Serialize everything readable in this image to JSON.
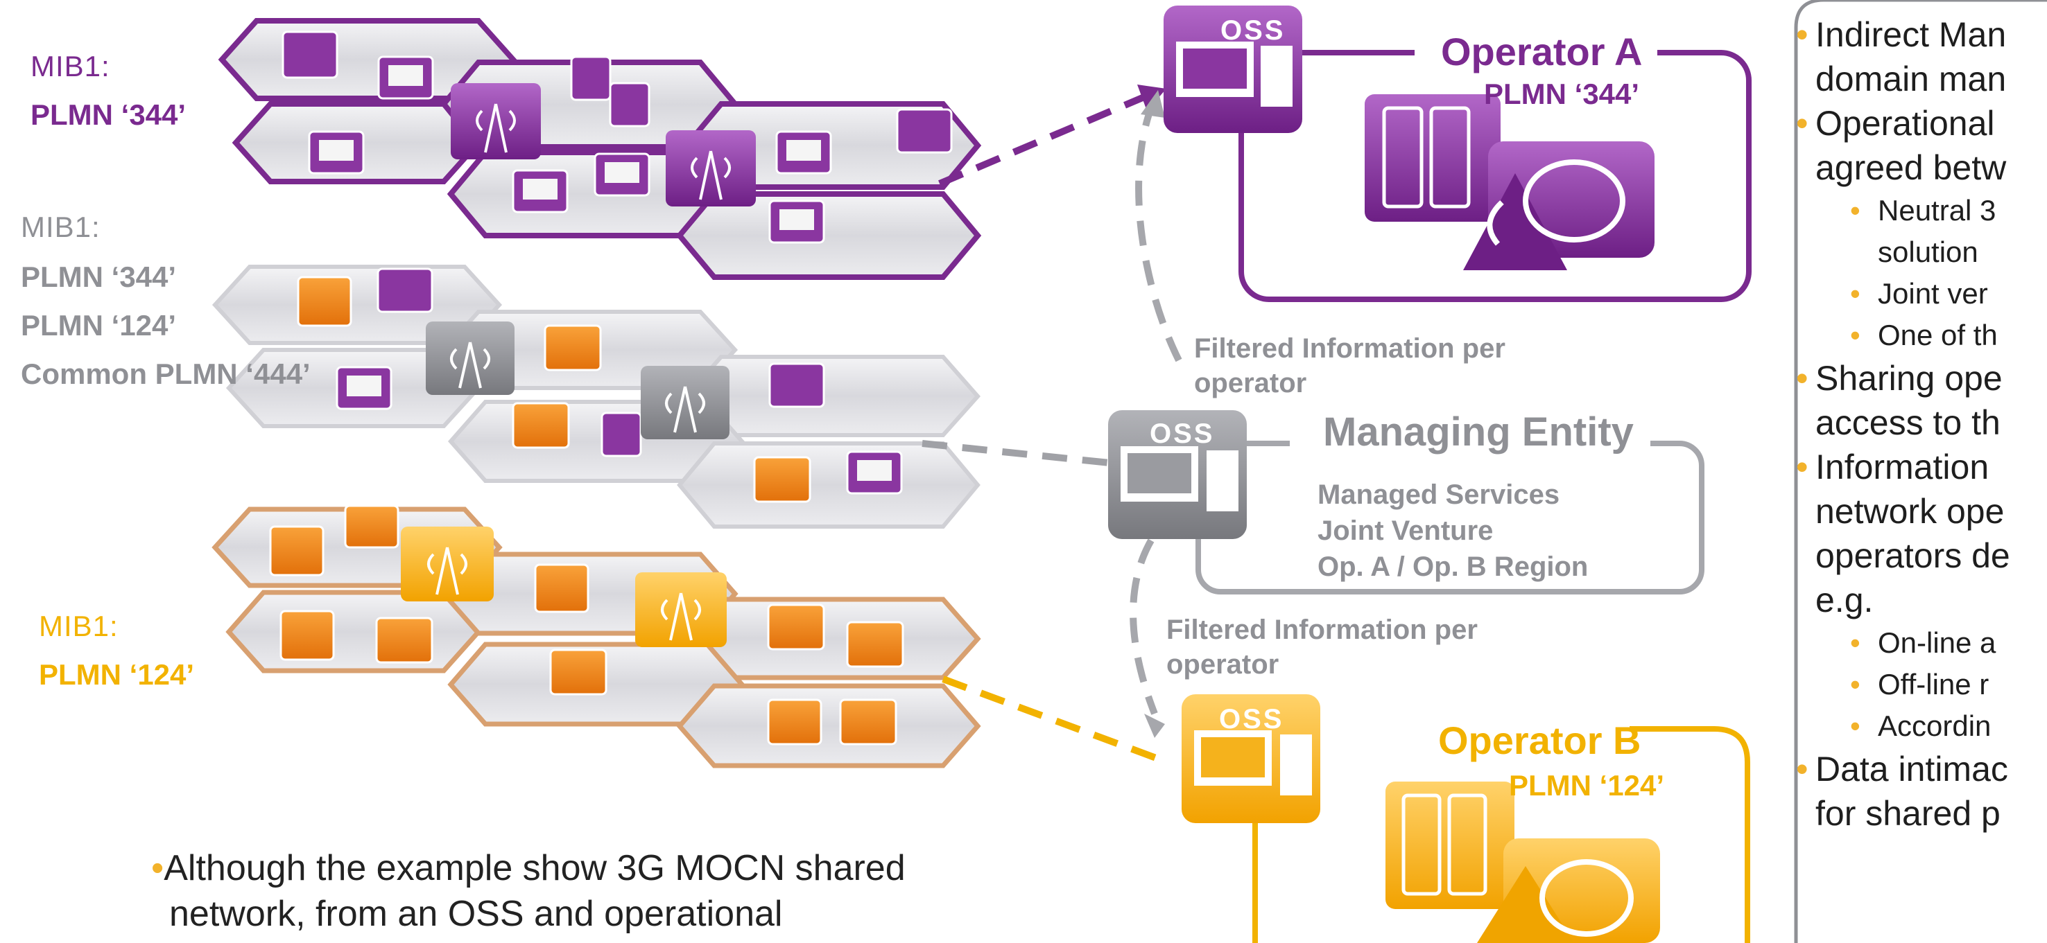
{
  "colors": {
    "purple": "#7a2a8f",
    "purple_light": "#9a46b0",
    "gray": "#8f9095",
    "orange": "#f0a400",
    "orange_light": "#f8c23a",
    "bullet": "#f2b22b"
  },
  "layers": {
    "operator_a": {
      "mib_label": "MIB1:",
      "plmn_lines": [
        "PLMN ‘344’"
      ]
    },
    "shared": {
      "mib_label": "MIB1:",
      "plmn_lines": [
        "PLMN ‘344’",
        "PLMN ‘124’",
        "Common PLMN ‘444’"
      ]
    },
    "operator_b": {
      "mib_label": "MIB1:",
      "plmn_lines": [
        "PLMN ‘124’"
      ]
    }
  },
  "oss_label": "OSS",
  "operator_a": {
    "title": "Operator A",
    "plmn": "PLMN ‘344’"
  },
  "operator_b": {
    "title": "Operator B",
    "plmn": "PLMN ‘124’"
  },
  "managing_entity": {
    "title": "Managing Entity",
    "items": [
      "Managed Services",
      "Joint Venture",
      "Op. A / Op. B Region"
    ]
  },
  "filtered_info_top": "Filtered Information per operator",
  "filtered_info_bottom": "Filtered Information per operator",
  "right_panel": {
    "bullets": [
      {
        "level": 1,
        "text": "Indirect Man"
      },
      {
        "level": 0,
        "text": "domain man"
      },
      {
        "level": 1,
        "text": "Operational"
      },
      {
        "level": 0,
        "text": "agreed betw"
      },
      {
        "level": 2,
        "text": "Neutral 3"
      },
      {
        "level": 3,
        "text": "solution"
      },
      {
        "level": 2,
        "text": "Joint ver"
      },
      {
        "level": 2,
        "text": "One of th"
      },
      {
        "level": 1,
        "text": "Sharing ope"
      },
      {
        "level": 0,
        "text": "access to th"
      },
      {
        "level": 1,
        "text": "Information"
      },
      {
        "level": 0,
        "text": "network ope"
      },
      {
        "level": 0,
        "text": "operators de"
      },
      {
        "level": 0,
        "text": "e.g."
      },
      {
        "level": 2,
        "text": "On-line a"
      },
      {
        "level": 2,
        "text": "Off-line r"
      },
      {
        "level": 2,
        "text": "Accordin"
      },
      {
        "level": 1,
        "text": "Data intimac"
      },
      {
        "level": 0,
        "text": "for shared p"
      }
    ]
  },
  "bottom_note": {
    "lines": [
      "Although the example show 3G MOCN shared",
      "network, from an OSS and operational"
    ]
  },
  "icons": {
    "device": "mobile-phone-icon",
    "laptop": "laptop-icon",
    "antenna": "antenna-icon",
    "server": "server-icon",
    "oss": "computer-icon",
    "process": "cycle-arrows-icon"
  }
}
